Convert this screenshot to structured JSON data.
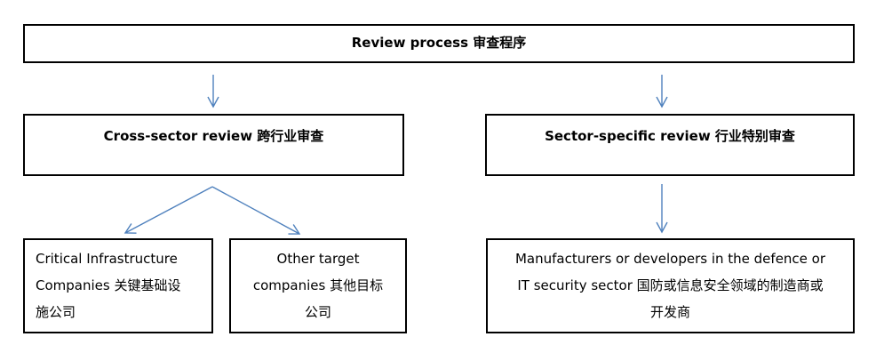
{
  "colors": {
    "arrow": "#4f81bd",
    "box_border": "#000000",
    "text": "#000000",
    "background": "#ffffff"
  },
  "flowchart": {
    "title_box": {
      "label": "Review process  审查程序"
    },
    "branches": [
      {
        "label": "Cross-sector review  跨行业审查"
      },
      {
        "label": "Sector-specific review  行业特别审查"
      }
    ],
    "leaves": [
      {
        "lines": [
          "Critical Infrastructure",
          "Companies  关键基础设",
          "施公司"
        ]
      },
      {
        "lines": [
          "Other target",
          "companies  其他目标",
          "公司"
        ]
      },
      {
        "lines": [
          "Manufacturers or developers in the defence or",
          "IT security sector  国防或信息安全领域的制造商或",
          "开发商"
        ]
      }
    ]
  }
}
